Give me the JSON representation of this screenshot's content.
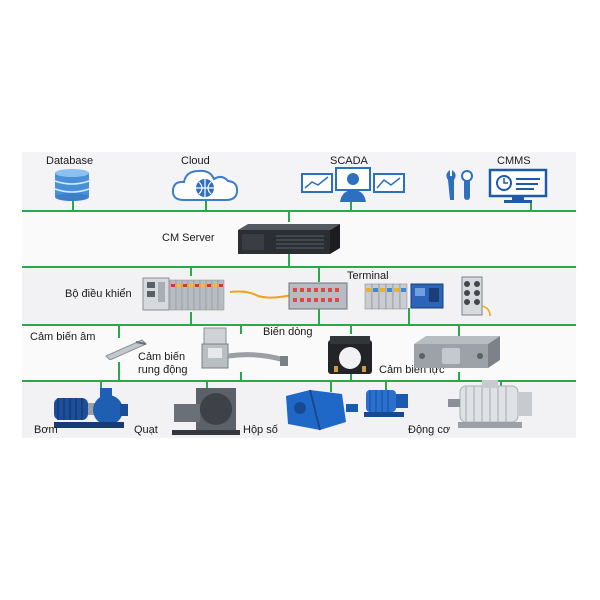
{
  "tiers": {
    "top": {
      "database": "Database",
      "cloud": "Cloud",
      "scada": "SCADA",
      "cmms": "CMMS"
    },
    "server": {
      "label": "CM Server"
    },
    "control": {
      "controller": "Bộ điều khiển",
      "terminal": "Terminal"
    },
    "sensors": {
      "acoustic": "Cảm biến âm",
      "vibration_line1": "Cảm biến",
      "vibration_line2": "rung động",
      "current": "Biến dòng",
      "force": "Cảm biến lực"
    },
    "machines": {
      "pump": "Bơm",
      "fan": "Quạt",
      "gearbox": "Hộp số",
      "motor": "Động cơ"
    }
  },
  "colors": {
    "bus": "#2aa84a",
    "band_light": "#f2f2f4",
    "band_white": "#fafafa",
    "device_blue": "#1e5fb4",
    "device_gray": "#9aa0a8"
  }
}
